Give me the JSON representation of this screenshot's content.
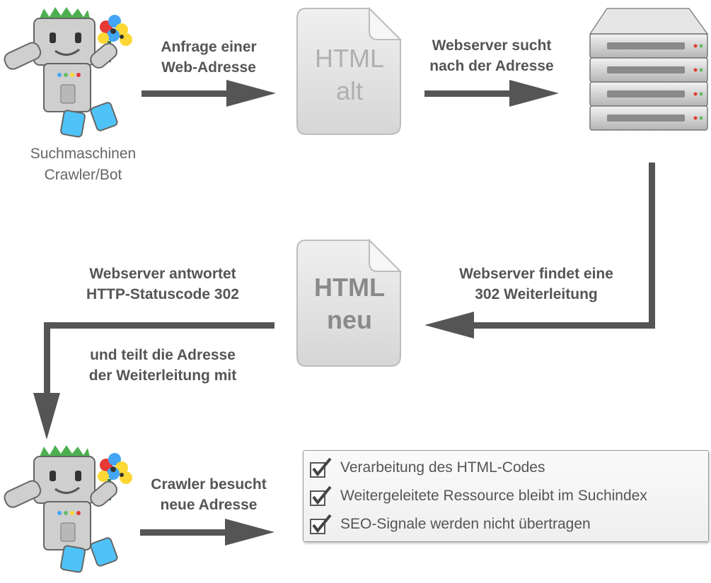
{
  "crawler_caption": [
    "Suchmaschinen",
    "Crawler/Bot"
  ],
  "step1_label": [
    "Anfrage einer",
    "Web-Adresse"
  ],
  "doc_old": [
    "HTML",
    "alt"
  ],
  "step2_label": [
    "Webserver sucht",
    "nach der Adresse"
  ],
  "step3_label": [
    "Webserver findet eine",
    "302 Weiterleitung"
  ],
  "doc_new": [
    "HTML",
    "neu"
  ],
  "step4_label": [
    "Webserver antwortet",
    "HTTP-Statuscode 302"
  ],
  "step5_label": [
    "und teilt die Adresse",
    "der Weiterleitung mit"
  ],
  "step6_label": [
    "Crawler besucht",
    "neue Adresse"
  ],
  "results": [
    "Verarbeitung des HTML-Codes",
    "Weitergeleitete Ressource bleibt im Suchindex",
    "SEO-Signale werden nicht übertragen"
  ],
  "colors": {
    "arrow": "#555555",
    "robot_body": "#c8c8c8",
    "robot_hair": "#4caf50",
    "document": "#e2e2e2",
    "server": "#c0c0c0"
  }
}
